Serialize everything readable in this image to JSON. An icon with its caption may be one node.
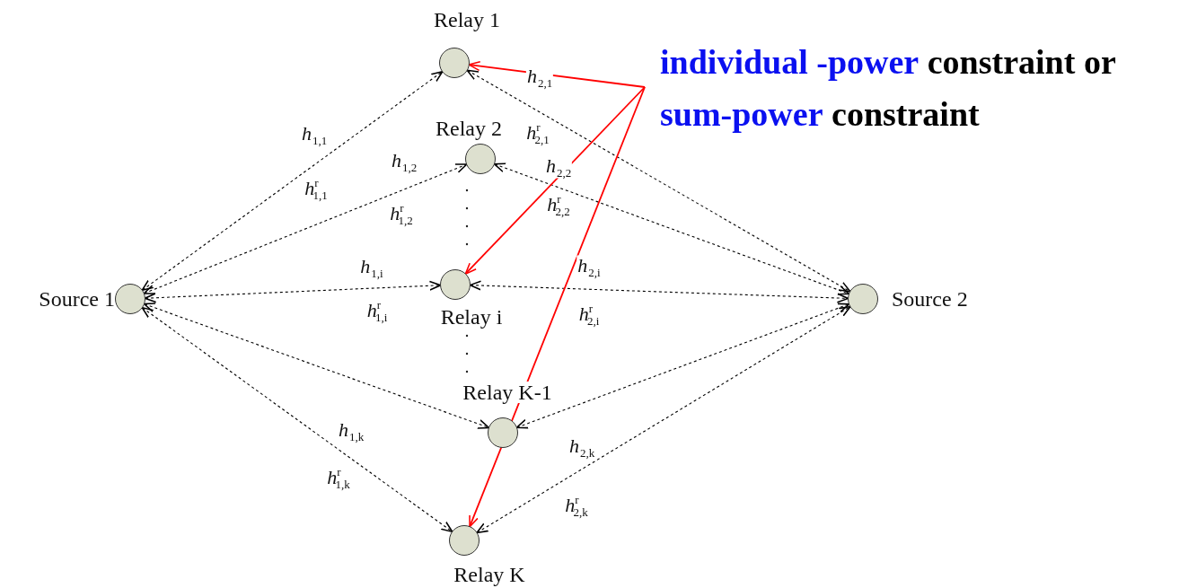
{
  "diagram": {
    "nodes": [
      {
        "text": [],
        "shape": "circle",
        "beside": [
          "Source 1"
        ]
      },
      {
        "text": [],
        "shape": "circle",
        "beside": [
          "Relay 1"
        ]
      },
      {
        "text": [],
        "shape": "circle",
        "beside": [
          "Relay 2"
        ]
      },
      {
        "text": [],
        "shape": "circle",
        "beside": [
          "Relay i"
        ]
      },
      {
        "text": [],
        "shape": "circle",
        "beside": [
          "Relay K-1"
        ]
      },
      {
        "text": [],
        "shape": "circle",
        "beside": [
          "Relay K"
        ]
      },
      {
        "text": [],
        "shape": "circle",
        "beside": [
          "Source 2"
        ]
      },
      {
        "text": [
          "**individual -power** constraint or **sum-power** constraint"
        ]
      }
    ],
    "edges": [
      {
        "from": 0,
        "to": 1,
        "arrow": "both",
        "style": "dashed"
      },
      {
        "from": 0,
        "to": 2,
        "arrow": "both",
        "style": "dashed"
      },
      {
        "from": 0,
        "to": 3,
        "arrow": "both",
        "style": "dashed"
      },
      {
        "from": 0,
        "to": 4,
        "arrow": "both",
        "style": "dashed"
      },
      {
        "from": 0,
        "to": 5,
        "arrow": "both",
        "style": "dashed"
      },
      {
        "from": 1,
        "to": 6,
        "arrow": "both",
        "style": "dashed"
      },
      {
        "from": 2,
        "to": 6,
        "arrow": "both",
        "style": "dashed"
      },
      {
        "from": 3,
        "to": 6,
        "arrow": "both",
        "style": "dashed"
      },
      {
        "from": 4,
        "to": 6,
        "arrow": "both",
        "style": "dashed"
      },
      {
        "from": 5,
        "to": 6,
        "arrow": "both",
        "style": "dashed"
      },
      {
        "from": 7,
        "to": 1,
        "arrow": "to",
        "color": "#ff0000"
      },
      {
        "from": 7,
        "to": 3,
        "arrow": "to",
        "color": "#ff0000"
      },
      {
        "from": 7,
        "to": 5,
        "arrow": "to",
        "color": "#ff0000"
      }
    ],
    "labels": [
      "*h*$_{2,1}$",
      "*h*$_{1,1}$",
      "*h*$^{r}$$_{2,1}$",
      "*h*$_{1,2}$",
      "*h*$_{2,2}$",
      "*h*$^{r}$$_{1,1}$",
      "*h*$^{r}$$_{2,2}$",
      "*h*$^{r}$$_{1,2}$",
      "*h*$_{1,i}$",
      "*h*$_{2,i}$",
      "*h*$^{r}$$_{1,i}$",
      "*h*$^{r}$$_{2,i}$",
      "*h*$_{1,k}$",
      "*h*$_{2,k}$",
      "*h*$^{r}$$_{1,k}$",
      "*h*$^{r}$$_{2,k}$"
    ]
  }
}
